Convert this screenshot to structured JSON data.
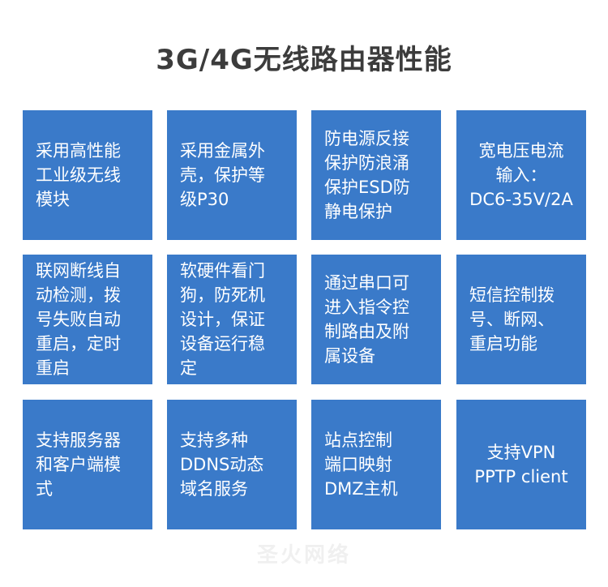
{
  "title": "3G/4G无线路由器性能",
  "features": [
    "采用高性能\n工业级无线\n模块",
    "采用金属外\n壳，保护等\n级P30",
    "防电源反接\n保护防浪涌\n保护ESD防\n静电保护",
    "宽电压电流\n输入：\nDC6-35V/2A",
    "联网断线自\n动检测，拨\n号失败自动\n重启，定时\n重启",
    "软硬件看门\n狗，防死机\n设计，保证\n设备运行稳\n定",
    "通过串口可\n进入指令控\n制路由及附\n属设备",
    "短信控制拨\n号、断网、\n重启功能",
    "支持服务器\n和客户端模\n式",
    "支持多种\nDDNS动态\n域名服务",
    "站点控制\n端口映射\nDMZ主机",
    "支持VPN\nPPTP client"
  ],
  "watermark": "圣火网络",
  "colors": {
    "tile_bg": "#3a7ac9",
    "tile_text": "#ffffff",
    "title_text": "#3c3c3c"
  }
}
